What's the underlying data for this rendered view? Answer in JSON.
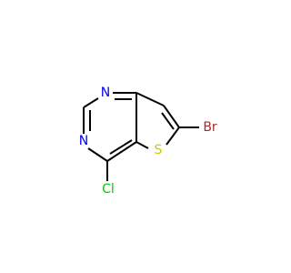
{
  "molecule": {
    "atoms": {
      "n1": {
        "symbol": "N",
        "color": "#0000ff"
      },
      "n3": {
        "symbol": "N",
        "color": "#0000ff"
      },
      "s": {
        "symbol": "S",
        "color": "#cccc00"
      },
      "br": {
        "symbol": "Br",
        "color": "#a52a2a"
      },
      "cl": {
        "symbol": "Cl",
        "color": "#00cc00"
      }
    },
    "bond_color": "#000000"
  }
}
